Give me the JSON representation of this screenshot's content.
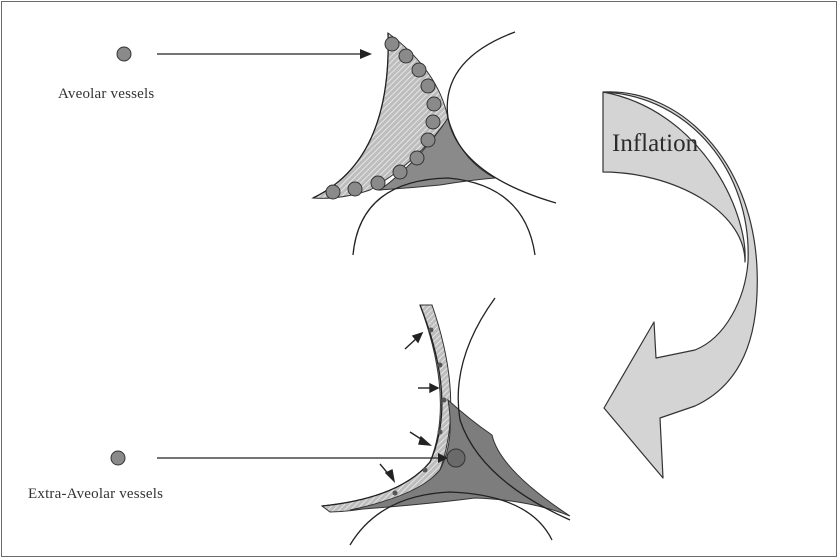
{
  "labels": {
    "alveolar": "Aveolar vessels",
    "extra_alveolar": "Extra-Aveolar vessels",
    "inflation": "Inflation"
  },
  "colors": {
    "vessel_fill": "#8a8a8a",
    "wall_fill": "#a9a9a9",
    "junction_fill": "#7d7d7d",
    "arrow_fill": "#d4d4d4",
    "line": "#222222"
  }
}
